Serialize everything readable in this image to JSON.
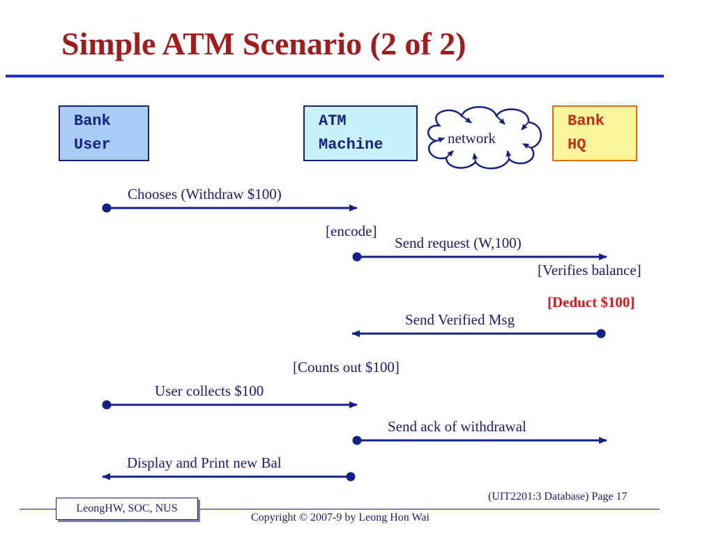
{
  "title": "Simple ATM Scenario (2 of 2)",
  "actors": {
    "user": [
      "Bank",
      "User"
    ],
    "atm": [
      "ATM",
      "Machine"
    ],
    "hq": [
      "Bank",
      "HQ"
    ]
  },
  "network_label": "network",
  "messages": {
    "m1": "Chooses (Withdraw $100)",
    "encode": "[encode]",
    "m2": "Send request (W,100)",
    "verifies": "[Verifies balance]",
    "deduct": "[Deduct $100]",
    "m3": "Send Verified Msg",
    "counts": "[Counts out $100]",
    "m4": "User collects $100",
    "m5": "Send ack of withdrawal",
    "m6": "Display and Print new Bal"
  },
  "footer": {
    "author": "LeongHW, SOC, NUS",
    "page": "(UIT2201:3 Database) Page 17",
    "copyright": "Copyright © 2007-9 by Leong Hon Wai"
  },
  "colors": {
    "title": "#a31b1b",
    "arrow": "#14208a",
    "highlight": "#e0141a"
  }
}
